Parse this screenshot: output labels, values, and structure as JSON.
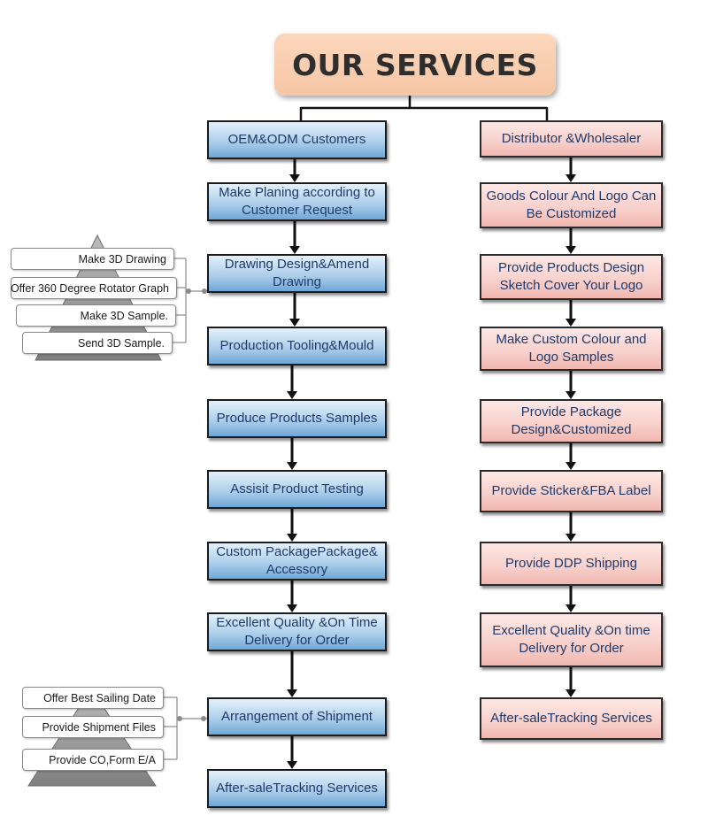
{
  "title": "OUR SERVICES",
  "left_column": [
    "OEM&ODM Customers",
    "Make Planing according to Customer Request",
    "Drawing Design&Amend Drawing",
    "Production Tooling&Mould",
    "Produce Products Samples",
    "Assisit Product Testing",
    "Custom PackagePackage& Accessory",
    "Excellent Quality &On Time Delivery for Order",
    "Arrangement of Shipment",
    "After-saleTracking Services"
  ],
  "right_column": [
    "Distributor &Wholesaler",
    "Goods Colour And Logo Can Be Customized",
    "Provide Products Design Sketch Cover Your Logo",
    "Make Custom Colour and Logo Samples",
    "Provide Package Design&Customized",
    "Provide Sticker&FBA Label",
    "Provide DDP Shipping",
    "Excellent Quality &On time Delivery for Order",
    "After-saleTracking Services"
  ],
  "drawing_details": [
    "Make 3D Drawing",
    "Offer 360 Degree Rotator Graph",
    "Make 3D Sample.",
    "Send 3D Sample."
  ],
  "shipment_details": [
    "Offer Best Sailing Date",
    "Provide Shipment Files",
    "Provide CO,Form E/A"
  ],
  "colors": {
    "title_bg": "#f6c6a5",
    "left_node": "#a8cbe8",
    "right_node": "#f7cfca",
    "node_text": "#1f3a6b",
    "pyramid": "#9a9a9a"
  }
}
